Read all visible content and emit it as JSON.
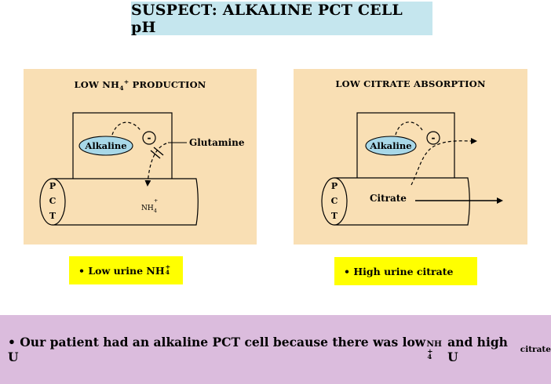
{
  "title": "SUSPECT:  ALKALINE PCT CELL pH",
  "left_panel": {
    "title_base": "LOW NH",
    "title_sub": "4",
    "title_sup": "+",
    "title_rest": " PRODUCTION",
    "oval_label": "Alkaline",
    "charge_symbol": "-",
    "substrate_label": "Glutamine",
    "product_base": "NH",
    "product_sub": "4",
    "product_sup": "+",
    "tube_letters": [
      "P",
      "C",
      "T"
    ]
  },
  "right_panel": {
    "title": "LOW CITRATE ABSORPTION",
    "oval_label": "Alkaline",
    "charge_symbol": "-",
    "citrate_label": "Citrate",
    "tube_letters": [
      "P",
      "C",
      "T"
    ]
  },
  "results": {
    "left_text": "• Low urine NH",
    "left_sub": "4",
    "left_sup": "+",
    "right_text": "• High urine citrate"
  },
  "bottom": {
    "text_main": "• Our patient had an alkaline PCT cell because there was low U",
    "sub_base": "NH",
    "sub_ion_sup": "+",
    "sub_ion_sub": "4",
    "text_mid": " and high U",
    "sub_citrate": "citrate"
  },
  "colors": {
    "title_bg": "#c5e6ee",
    "panel_bg": "#f9dfb4",
    "oval_fill": "#a8d8e8",
    "highlight": "#ffff00",
    "bottom_bg": "#dbbcdd"
  }
}
